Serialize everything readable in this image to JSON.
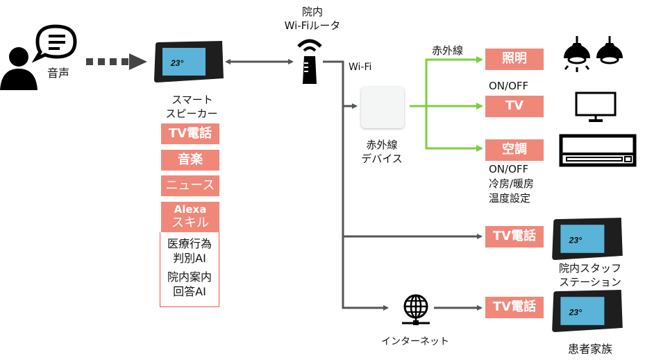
{
  "user": {
    "voice_label": "音声"
  },
  "smart_speaker": {
    "label_line1": "スマート",
    "label_line2": "スピーカー",
    "screen_temp": "23°",
    "features": [
      "TV電話",
      "音楽",
      "ニュース"
    ],
    "alexa_line1": "Alexa",
    "alexa_line2": "スキル",
    "ai_items": [
      {
        "line1": "医療行為",
        "line2": "判別AI"
      },
      {
        "line1": "院内案内",
        "line2": "回答AI"
      }
    ]
  },
  "router": {
    "label_line1": "院内",
    "label_line2": "Wi-Fiルータ"
  },
  "wifi_label": "Wi-Fi",
  "ir_device": {
    "label_line1": "赤外線",
    "label_line2": "デバイス",
    "signal_label": "赤外線"
  },
  "appliances": {
    "lighting": {
      "label": "照明",
      "desc": "ON/OFF"
    },
    "tv": {
      "label": "TV"
    },
    "aircon": {
      "label": "空調",
      "desc": [
        "ON/OFF",
        "冷房/暖房",
        "温度設定"
      ]
    }
  },
  "staff_station": {
    "tag": "TV電話",
    "label_line1": "院内スタッフ",
    "label_line2": "ステーション",
    "screen_temp": "23°"
  },
  "internet": {
    "label": "インターネット"
  },
  "family": {
    "tag": "TV電話",
    "label": "患者家族",
    "screen_temp": "23°"
  },
  "colors": {
    "tag": "#f0887a",
    "ir_line": "#7ccf3c",
    "line": "#555555"
  }
}
